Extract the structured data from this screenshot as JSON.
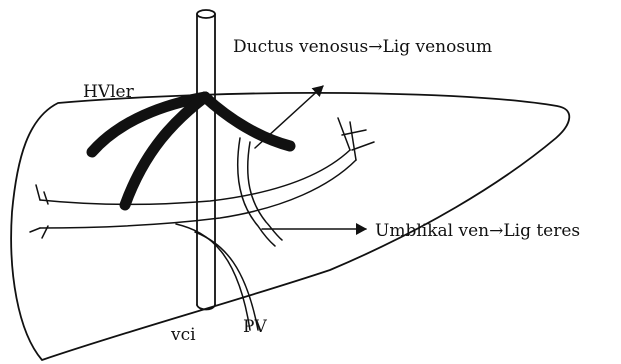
{
  "labels": {
    "ductus": "Ductus venosus→Lig venosum",
    "hvler": "HVler",
    "umblikal": "Umblikal ven→Lig teres",
    "vci": "vci",
    "pv": "PV"
  },
  "colors": {
    "ink": "#111111",
    "background": "#ffffff"
  }
}
